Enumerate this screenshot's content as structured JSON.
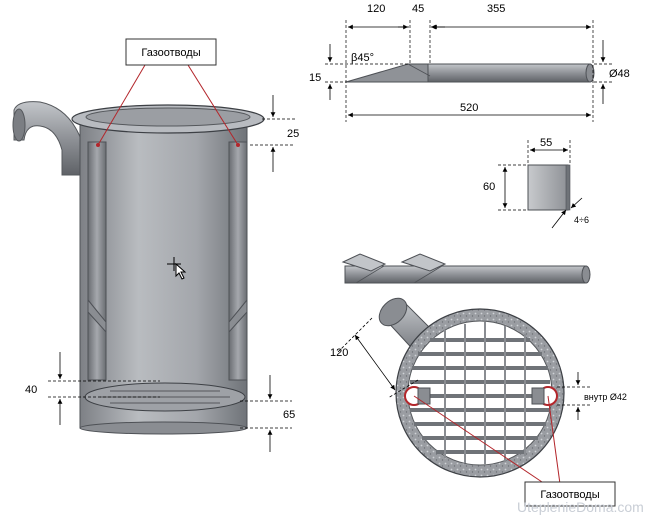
{
  "callouts": {
    "top_left": "Газоотводы",
    "bottom_right": "Газоотводы"
  },
  "left_drawing": {
    "dim_25": "25",
    "dim_40": "40",
    "dim_65": "65"
  },
  "pipe_drawing": {
    "dim_120": "120",
    "dim_45": "45",
    "dim_355": "355",
    "dim_15": "15",
    "dim_520": "520",
    "angle": "β45°",
    "diameter": "Ø48"
  },
  "plate_drawing": {
    "dim_55": "55",
    "dim_60": "60",
    "dim_thickness": "4÷6"
  },
  "grate_drawing": {
    "dim_120": "120",
    "inner_diameter": "внутр Ø42"
  },
  "watermark": "UteplenieDoma.com",
  "colors": {
    "body_gray": "#a9acb1",
    "dark_gray": "#6f7378",
    "callout_red": "#b3262b"
  }
}
